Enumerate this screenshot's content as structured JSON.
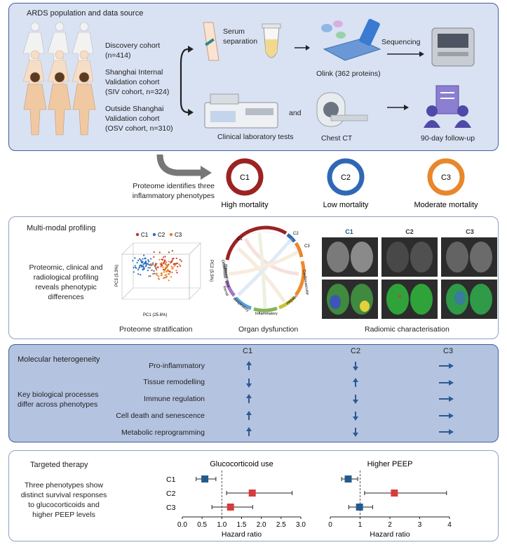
{
  "section1": {
    "title": "ARDS population and data source",
    "cohort_discovery": "Discovery cohort\n(n=414)",
    "cohort_siv": "Shanghai Internal\nValidation cohort\n(SIV cohort, n=324)",
    "cohort_osv": "Outside Shanghai\nValidation cohort\n(OSV cohort, n=310)",
    "serum": "Serum\nseparation",
    "sequencing": "Sequencing",
    "olink": "Olink (362 proteins)",
    "clinical": "Clinical laboratory tests",
    "and": "and",
    "chest_ct": "Chest CT",
    "followup": "90-day follow-up"
  },
  "section2": {
    "text": "Proteome identifies three\ninflammatory phenotypes",
    "phenotypes": [
      {
        "label": "C1",
        "desc": "High mortality",
        "color": "#9b2322"
      },
      {
        "label": "C2",
        "desc": "Low mortality",
        "color": "#2f68b5"
      },
      {
        "label": "C3",
        "desc": "Moderate mortality",
        "color": "#e8872b"
      }
    ]
  },
  "section3": {
    "title": "Multi-modal profiling",
    "desc": "Proteomic, clinical and\nradiological profiling\nreveals phenotypic\ndifferences",
    "pca_caption": "Proteome stratification",
    "pca_legend": [
      "C1",
      "C2",
      "C3"
    ],
    "pca_axes": {
      "x": "PC1 (25.6%)",
      "y": "PC3 (5.3%)",
      "z": "PC2 (5.5%)"
    },
    "chord_caption": "Organ dysfunction",
    "chord_labels": [
      "C1",
      "C2",
      "C3",
      "Cardiovascular",
      "Hepatic",
      "Inflammatory",
      "Respiratory",
      "Renal",
      "Neurological",
      "Other"
    ],
    "radiomic_caption": "Radiomic characterisation",
    "radiomic_cols": [
      "C1",
      "C2",
      "C3"
    ]
  },
  "section4": {
    "title": "Molecular heterogeneity",
    "desc": "Key biological processes\ndiffer across phenotypes",
    "cols": [
      "C1",
      "C2",
      "C3"
    ],
    "rows": [
      {
        "label": "Pro-inflammatory",
        "dirs": [
          "up",
          "down",
          "right"
        ]
      },
      {
        "label": "Tissue remodelling",
        "dirs": [
          "down",
          "up",
          "right"
        ]
      },
      {
        "label": "Immune regulation",
        "dirs": [
          "up",
          "down",
          "right"
        ]
      },
      {
        "label": "Cell death and senescence",
        "dirs": [
          "up",
          "down",
          "right"
        ]
      },
      {
        "label": "Metabolic reprogramming",
        "dirs": [
          "up",
          "down",
          "right"
        ]
      }
    ]
  },
  "section5": {
    "title": "Targeted therapy",
    "desc": "Three phenotypes show\ndistinct survival responses\nto glucocorticoids and\nhigher PEEP levels"
  },
  "chart_data": [
    {
      "type": "forest",
      "title": "Glucocorticoid use",
      "xlabel": "Hazard ratio",
      "categories": [
        "C1",
        "C2",
        "C3"
      ],
      "hr": [
        0.57,
        1.77,
        1.22
      ],
      "ci_low": [
        0.35,
        1.12,
        0.75
      ],
      "ci_high": [
        0.85,
        2.78,
        1.78
      ],
      "colors": [
        "#245a8f",
        "#d63c3c",
        "#d63c3c"
      ],
      "xlim": [
        0,
        3.0
      ],
      "xticks": [
        "0.0",
        "0.5",
        "1.0",
        "1.5",
        "2.0",
        "2.5",
        "3.0"
      ],
      "xtick_values": [
        0,
        0.5,
        1.0,
        1.5,
        2.0,
        2.5,
        3.0
      ],
      "ref": 1
    },
    {
      "type": "forest",
      "title": "Higher PEEP",
      "xlabel": "Hazard ratio",
      "categories": [
        "C1",
        "C2",
        "C3"
      ],
      "hr": [
        0.6,
        2.15,
        0.98
      ],
      "ci_low": [
        0.38,
        1.15,
        0.62
      ],
      "ci_high": [
        0.92,
        3.9,
        1.42
      ],
      "colors": [
        "#245a8f",
        "#d63c3c",
        "#245a8f"
      ],
      "xlim": [
        0,
        4
      ],
      "xticks": [
        "0",
        "1",
        "2",
        "3",
        "4"
      ],
      "xtick_values": [
        0,
        1,
        2,
        3,
        4
      ],
      "ref": 1
    }
  ]
}
